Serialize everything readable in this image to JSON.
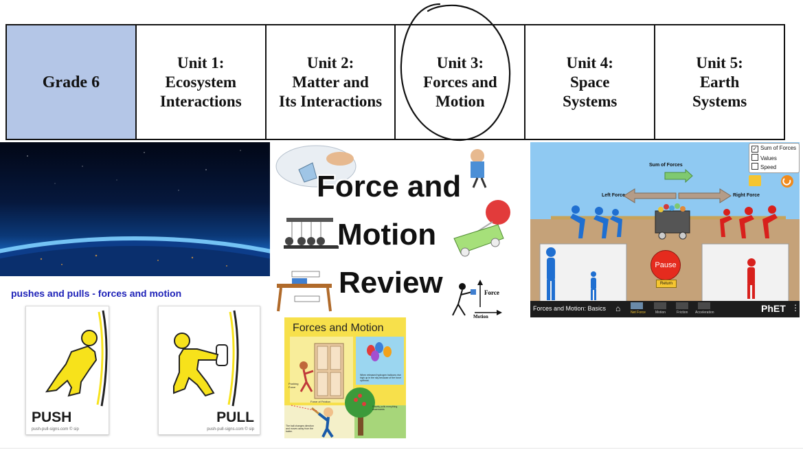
{
  "units_table": {
    "grade": "Grade 6",
    "units": [
      {
        "line1": "Unit 1:",
        "line2": "Ecosystem",
        "line3": "Interactions"
      },
      {
        "line1": "Unit 2:",
        "line2": "Matter and",
        "line3": "Its Interactions"
      },
      {
        "line1": "Unit 3:",
        "line2": "Forces and",
        "line3": "Motion"
      },
      {
        "line1": "Unit 4:",
        "line2": "Space",
        "line3": "Systems"
      },
      {
        "line1": "Unit 5:",
        "line2": "Earth",
        "line3": "Systems"
      }
    ],
    "circled_unit_index": 2
  },
  "push_pull": {
    "title": "pushes and pulls - forces and motion",
    "cards": [
      {
        "label": "PUSH",
        "footer": "push-pull-signs.com © sip"
      },
      {
        "label": "PULL",
        "footer": "push-pull-signs.com © sip"
      }
    ],
    "figure_color": "#f7e21b"
  },
  "review": {
    "line1": "Force and",
    "line2": "Motion",
    "line3": "Review",
    "arrow_labels": {
      "up": "Force",
      "right": "Motion"
    }
  },
  "poster": {
    "title": "Forces and Motion",
    "labels": [
      "Pushing Force",
      "Force of Friction",
      "When released hydrogen balloons rise high up in the sky because of the force upthrust.",
      "Gravity pulls everything downwards",
      "The ball changes direction and moves away from the batter."
    ]
  },
  "phet": {
    "checkboxes": [
      {
        "label": "Sum of Forces",
        "checked": true
      },
      {
        "label": "Values",
        "checked": false
      },
      {
        "label": "Speed",
        "checked": false
      }
    ],
    "sum_of_forces_label": "Sum of Forces",
    "left_force_label": "Left Force",
    "right_force_label": "Right Force",
    "pause_label": "Pause",
    "return_label": "Return",
    "footer_title": "Forces and Motion: Basics",
    "tabs": [
      "Net Force",
      "Motion",
      "Friction",
      "Acceleration"
    ],
    "brand": "PhET",
    "colors": {
      "blue_team": "#1f6fd1",
      "red_team": "#d8201c",
      "ground": "#c5a279",
      "sky": "#8fc9f2"
    }
  }
}
